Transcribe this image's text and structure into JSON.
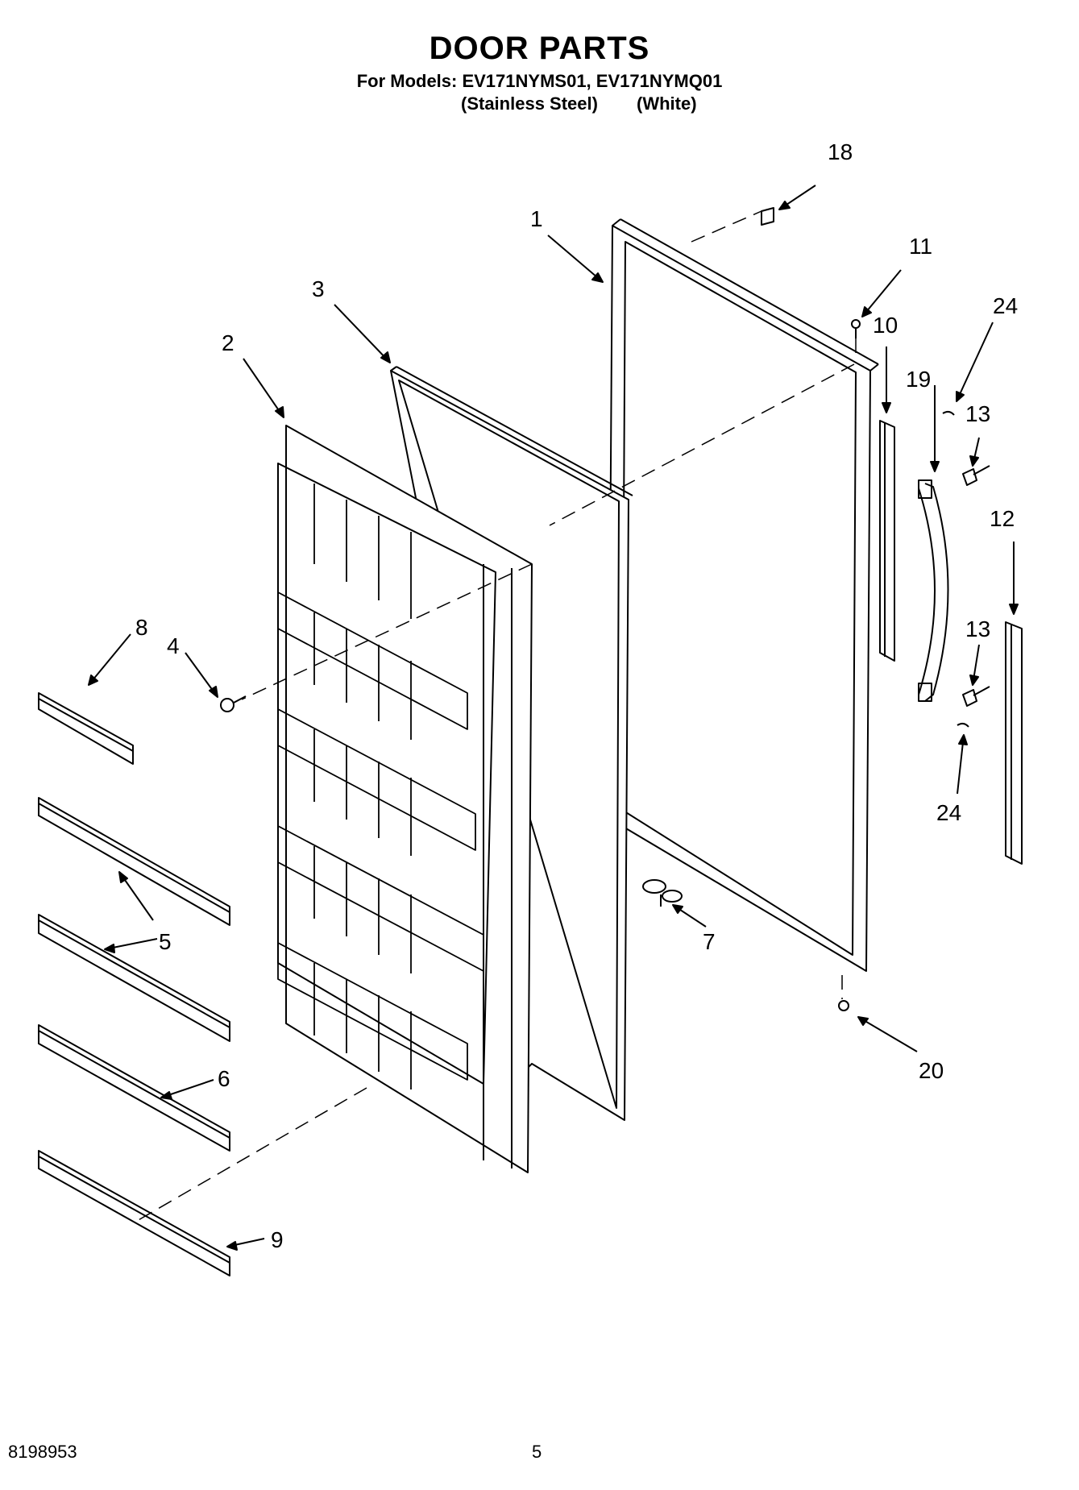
{
  "header": {
    "title": "DOOR PARTS",
    "models_line": "For Models: EV171NYMS01, EV171NYMQ01",
    "finish_1": "(Stainless Steel)",
    "finish_2": "(White)"
  },
  "callouts": [
    "1",
    "2",
    "3",
    "4",
    "5",
    "5",
    "6",
    "7",
    "8",
    "9",
    "10",
    "11",
    "12",
    "13",
    "13",
    "18",
    "19",
    "20",
    "24",
    "24"
  ],
  "footer": {
    "doc_number": "8198953",
    "page_number": "5"
  }
}
